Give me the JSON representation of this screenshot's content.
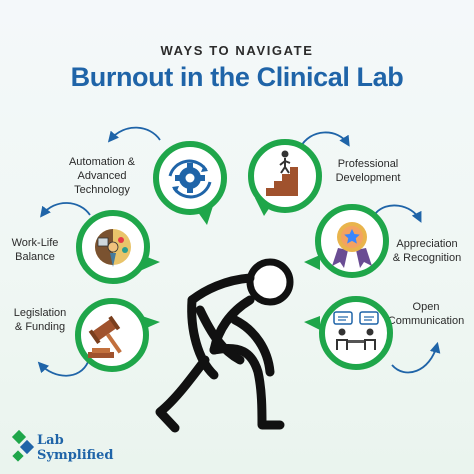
{
  "header": {
    "kicker": "WAYS TO NAVIGATE",
    "title": "Burnout in the Clinical Lab"
  },
  "strategies": {
    "automation": {
      "line1": "Automation &",
      "line2": "Advanced",
      "line3": "Technology",
      "icon": "gears-icon"
    },
    "worklife": {
      "line1": "Work-Life",
      "line2": "Balance",
      "icon": "work-life-balance-icon"
    },
    "legislation": {
      "line1": "Legislation",
      "line2": "& Funding",
      "icon": "gavel-icon"
    },
    "professional": {
      "line1": "Professional",
      "line2": "Development",
      "icon": "stairs-climber-icon"
    },
    "appreciation": {
      "line1": "Appreciation",
      "line2": "& Recognition",
      "icon": "award-medal-icon"
    },
    "communication": {
      "line1": "Open",
      "line2": "Communication",
      "icon": "conversation-icon"
    }
  },
  "logo": {
    "line1": "Lab",
    "line2": "Symplified"
  },
  "colors": {
    "title_blue": "#1f64a8",
    "ring_green": "#1fa64a",
    "arrow_blue": "#1f64a8"
  }
}
